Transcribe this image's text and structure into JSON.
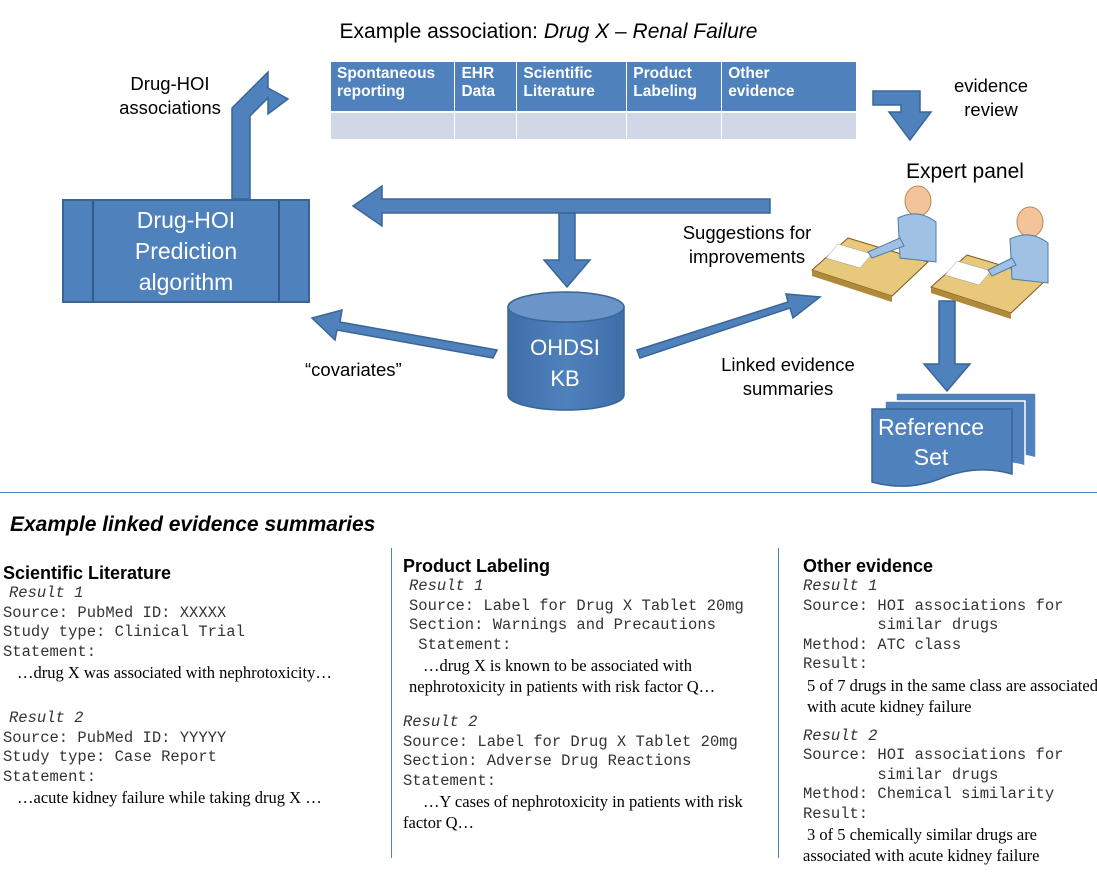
{
  "title": {
    "prefix": "Example association: ",
    "assoc": "Drug X – Renal Failure"
  },
  "evidence_table": {
    "headers": [
      "Spontaneous\nreporting",
      "EHR\nData",
      "Scientific\nLiterature",
      "Product\nLabeling",
      "Other\nevidence"
    ]
  },
  "diagram": {
    "drug_hoi_associations": "Drug-HOI\nassociations",
    "evidence_review": "evidence\nreview",
    "expert_panel": "Expert panel",
    "prediction_algorithm": "Drug-HOI\nPrediction\nalgorithm",
    "suggestions": "Suggestions for\nimprovements",
    "kb": "OHDSI\nKB",
    "covariates": "“covariates”",
    "linked_summaries": "Linked evidence\nsummaries",
    "reference_set": "Reference\nSet"
  },
  "summaries": {
    "heading": "Example linked evidence summaries",
    "scientific_literature": {
      "title": "Scientific Literature",
      "r1_label": "Result 1",
      "r1_meta": "Source: PubMed ID: XXXXX\nStudy type: Clinical Trial\nStatement:",
      "r1_text": "…drug X was associated with nephrotoxicity…",
      "r2_label": "Result 2",
      "r2_meta": "Source: PubMed ID: YYYYY\nStudy type: Case Report\nStatement:",
      "r2_text": "…acute kidney failure while taking drug X …"
    },
    "product_labeling": {
      "title": "Product Labeling",
      "r1_label": "Result 1",
      "r1_meta": "Source: Label for Drug X Tablet 20mg\nSection: Warnings and Precautions\n Statement:",
      "r1_text_1": "…drug X is known to be associated with",
      "r1_text_2": "nephrotoxicity in patients with risk factor Q…",
      "r2_label": "Result 2",
      "r2_meta": "Source: Label for Drug X Tablet 20mg\nSection: Adverse Drug Reactions\nStatement:",
      "r2_text_1": "…Y cases of nephrotoxicity in patients with risk",
      "r2_text_2": "factor Q…"
    },
    "other_evidence": {
      "title": "Other evidence",
      "r1_label": "Result 1",
      "r1_meta": "Source: HOI associations for\n        similar drugs\nMethod: ATC class\nResult:",
      "r1_text_1": "5 of 7 drugs in the same class are associated",
      "r1_text_2": "with acute kidney failure",
      "r2_label": "Result 2",
      "r2_meta": "Source: HOI associations for\n        similar drugs\nMethod: Chemical similarity\nResult:",
      "r2_text_1": "3 of 5 chemically similar drugs are",
      "r2_text_2": "associated  with acute kidney failure"
    }
  },
  "colors": {
    "accent": "#4f81bd",
    "accent_light": "#d0d8e8"
  }
}
